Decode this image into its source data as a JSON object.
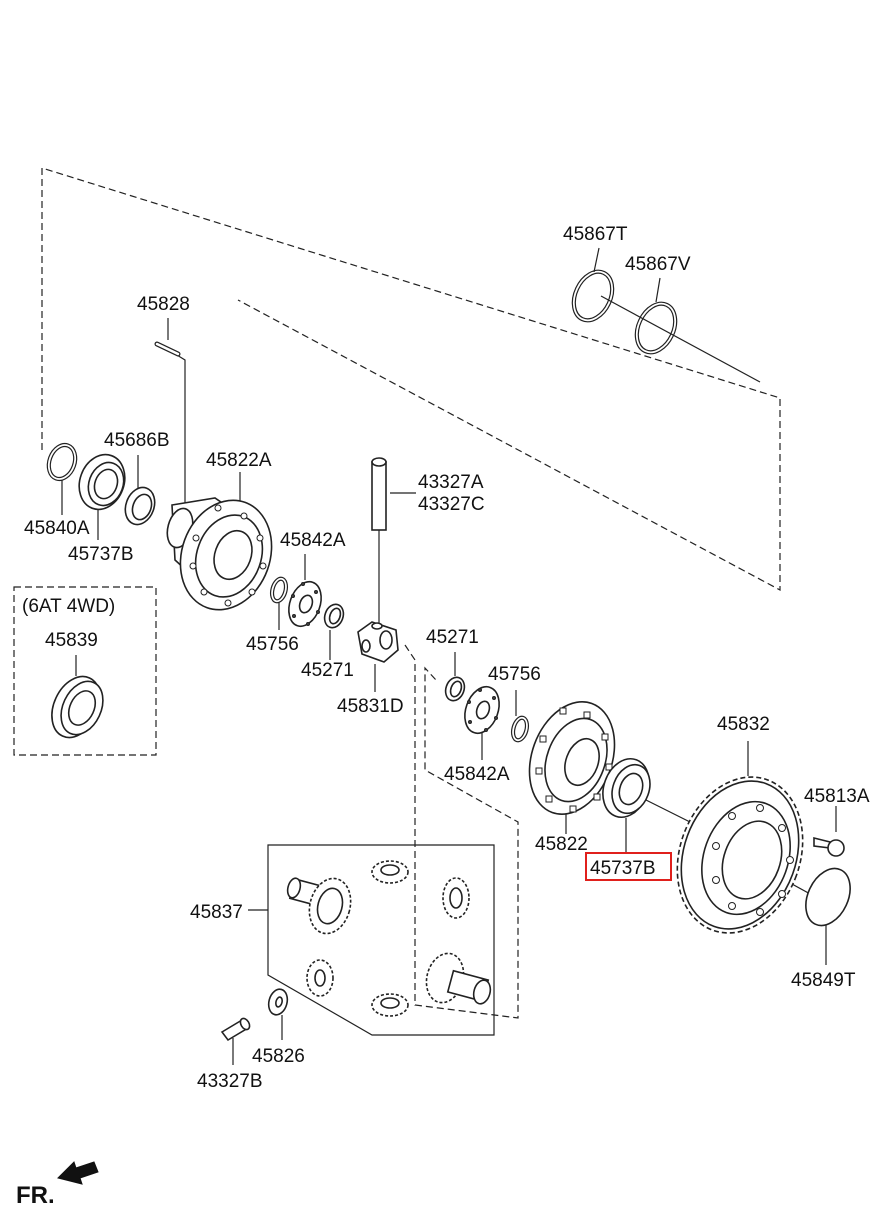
{
  "labels": {
    "p45828": "45828",
    "p45867T": "45867T",
    "p45867V": "45867V",
    "p45686B": "45686B",
    "p45822A": "45822A",
    "p43327A": "43327A",
    "p43327C": "43327C",
    "p45840A": "45840A",
    "p45737B_top": "45737B",
    "p45842A_top": "45842A",
    "variant": "(6AT 4WD)",
    "p45839": "45839",
    "p45756_left": "45756",
    "p45271_left": "45271",
    "p45271_right": "45271",
    "p45756_right": "45756",
    "p45831D": "45831D",
    "p45842A_bottom": "45842A",
    "p45832": "45832",
    "p45813A": "45813A",
    "p45822": "45822",
    "p45737B_highlight": "45737B",
    "p45837": "45837",
    "p45849T": "45849T",
    "p45826": "45826",
    "p43327B": "43327B",
    "fr": "FR."
  },
  "colors": {
    "line": "#222222",
    "highlight": "#e0201c"
  },
  "highlighted_part": "45737B"
}
